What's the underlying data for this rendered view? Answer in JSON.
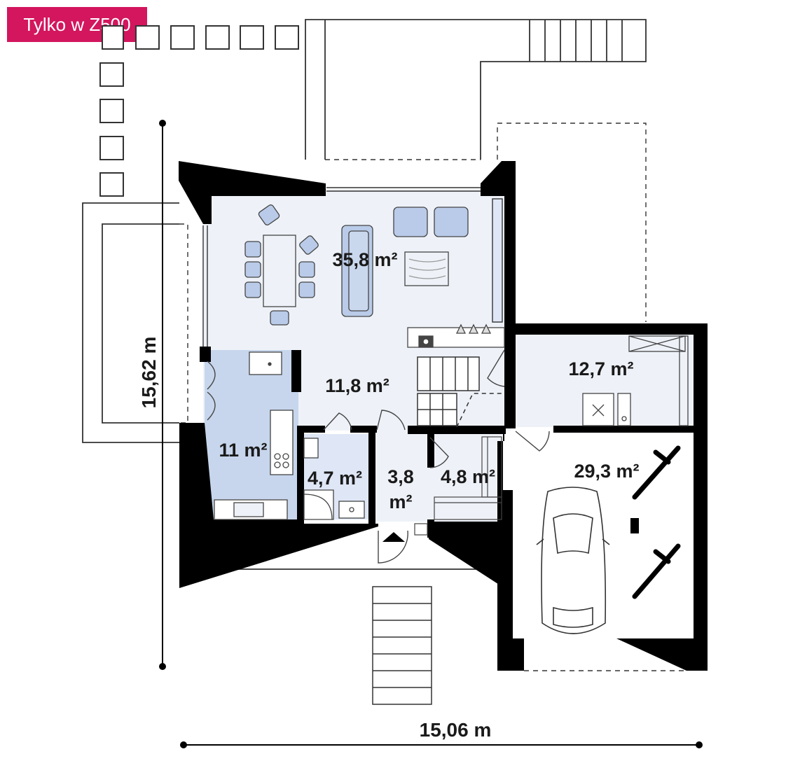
{
  "badge": {
    "text": "Tylko w Z500",
    "color": "#d3165e"
  },
  "colors": {
    "wall": "#000000",
    "floor": "#eef2f8",
    "kitchen": "#c7d6ec",
    "bath": "#dfe7f6",
    "furniture": "#b9cbe8",
    "outline": "#333333"
  },
  "dimensions": {
    "width": "15,06 m",
    "depth": "15,62 m"
  },
  "rooms": {
    "living": "35,8 m²",
    "hall": "11,8 m²",
    "kitchen": "11 m²",
    "bathroom": "4,7 m²",
    "vestibule_top": "3,8",
    "vestibule_bottom": "m²",
    "wardrobe": "4,8 m²",
    "utility": "12,7 m²",
    "garage": "29,3 m²"
  }
}
